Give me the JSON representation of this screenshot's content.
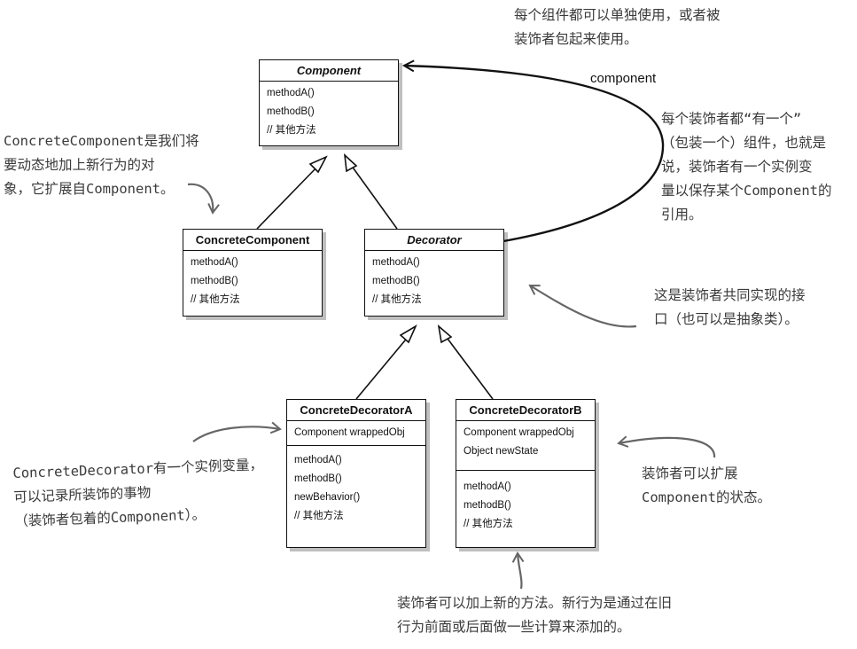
{
  "boxes": {
    "component": {
      "name": "Component",
      "methods": [
        "methodA()",
        "methodB()",
        "// 其他方法"
      ]
    },
    "concrete_component": {
      "name": "ConcreteComponent",
      "methods": [
        "methodA()",
        "methodB()",
        "// 其他方法"
      ]
    },
    "decorator": {
      "name": "Decorator",
      "methods": [
        "methodA()",
        "methodB()",
        "// 其他方法"
      ]
    },
    "concrete_decorator_a": {
      "name": "ConcreteDecoratorA",
      "fields": [
        "Component wrappedObj"
      ],
      "methods": [
        "methodA()",
        "methodB()",
        "newBehavior()",
        "// 其他方法"
      ]
    },
    "concrete_decorator_b": {
      "name": "ConcreteDecoratorB",
      "fields": [
        "Component wrappedObj",
        "Object newState"
      ],
      "methods": [
        "methodA()",
        "methodB()",
        "// 其他方法"
      ]
    }
  },
  "association_label": "component",
  "notes": {
    "top": [
      "每个组件都可以单独使用，或者被",
      "装饰者包起来使用。"
    ],
    "left_concrete_component": [
      "ConcreteComponent是我们将",
      "要动态地加上新行为的对",
      "象，它扩展自Component。"
    ],
    "right_has_a": [
      "每个装饰者都“有一个”",
      "（包装一个）组件，也就是",
      "说，装饰者有一个实例变",
      "量以保存某个Component的",
      "引用。"
    ],
    "right_interface": [
      "这是装饰者共同实现的接",
      "口（也可以是抽象类）。"
    ],
    "left_concrete_decorator": [
      "ConcreteDecorator有一个实例变量，",
      "可以记录所装饰的事物",
      "（装饰者包着的Component）。"
    ],
    "right_state": [
      "装饰者可以扩展",
      "Component的状态。"
    ],
    "bottom": [
      "装饰者可以加上新的方法。新行为是通过在旧",
      "行为前面或后面做一些计算来添加的。"
    ]
  },
  "colors": {
    "line": "#111111",
    "note_text": "#3a3a3a",
    "pencil_arrow": "#666666"
  }
}
